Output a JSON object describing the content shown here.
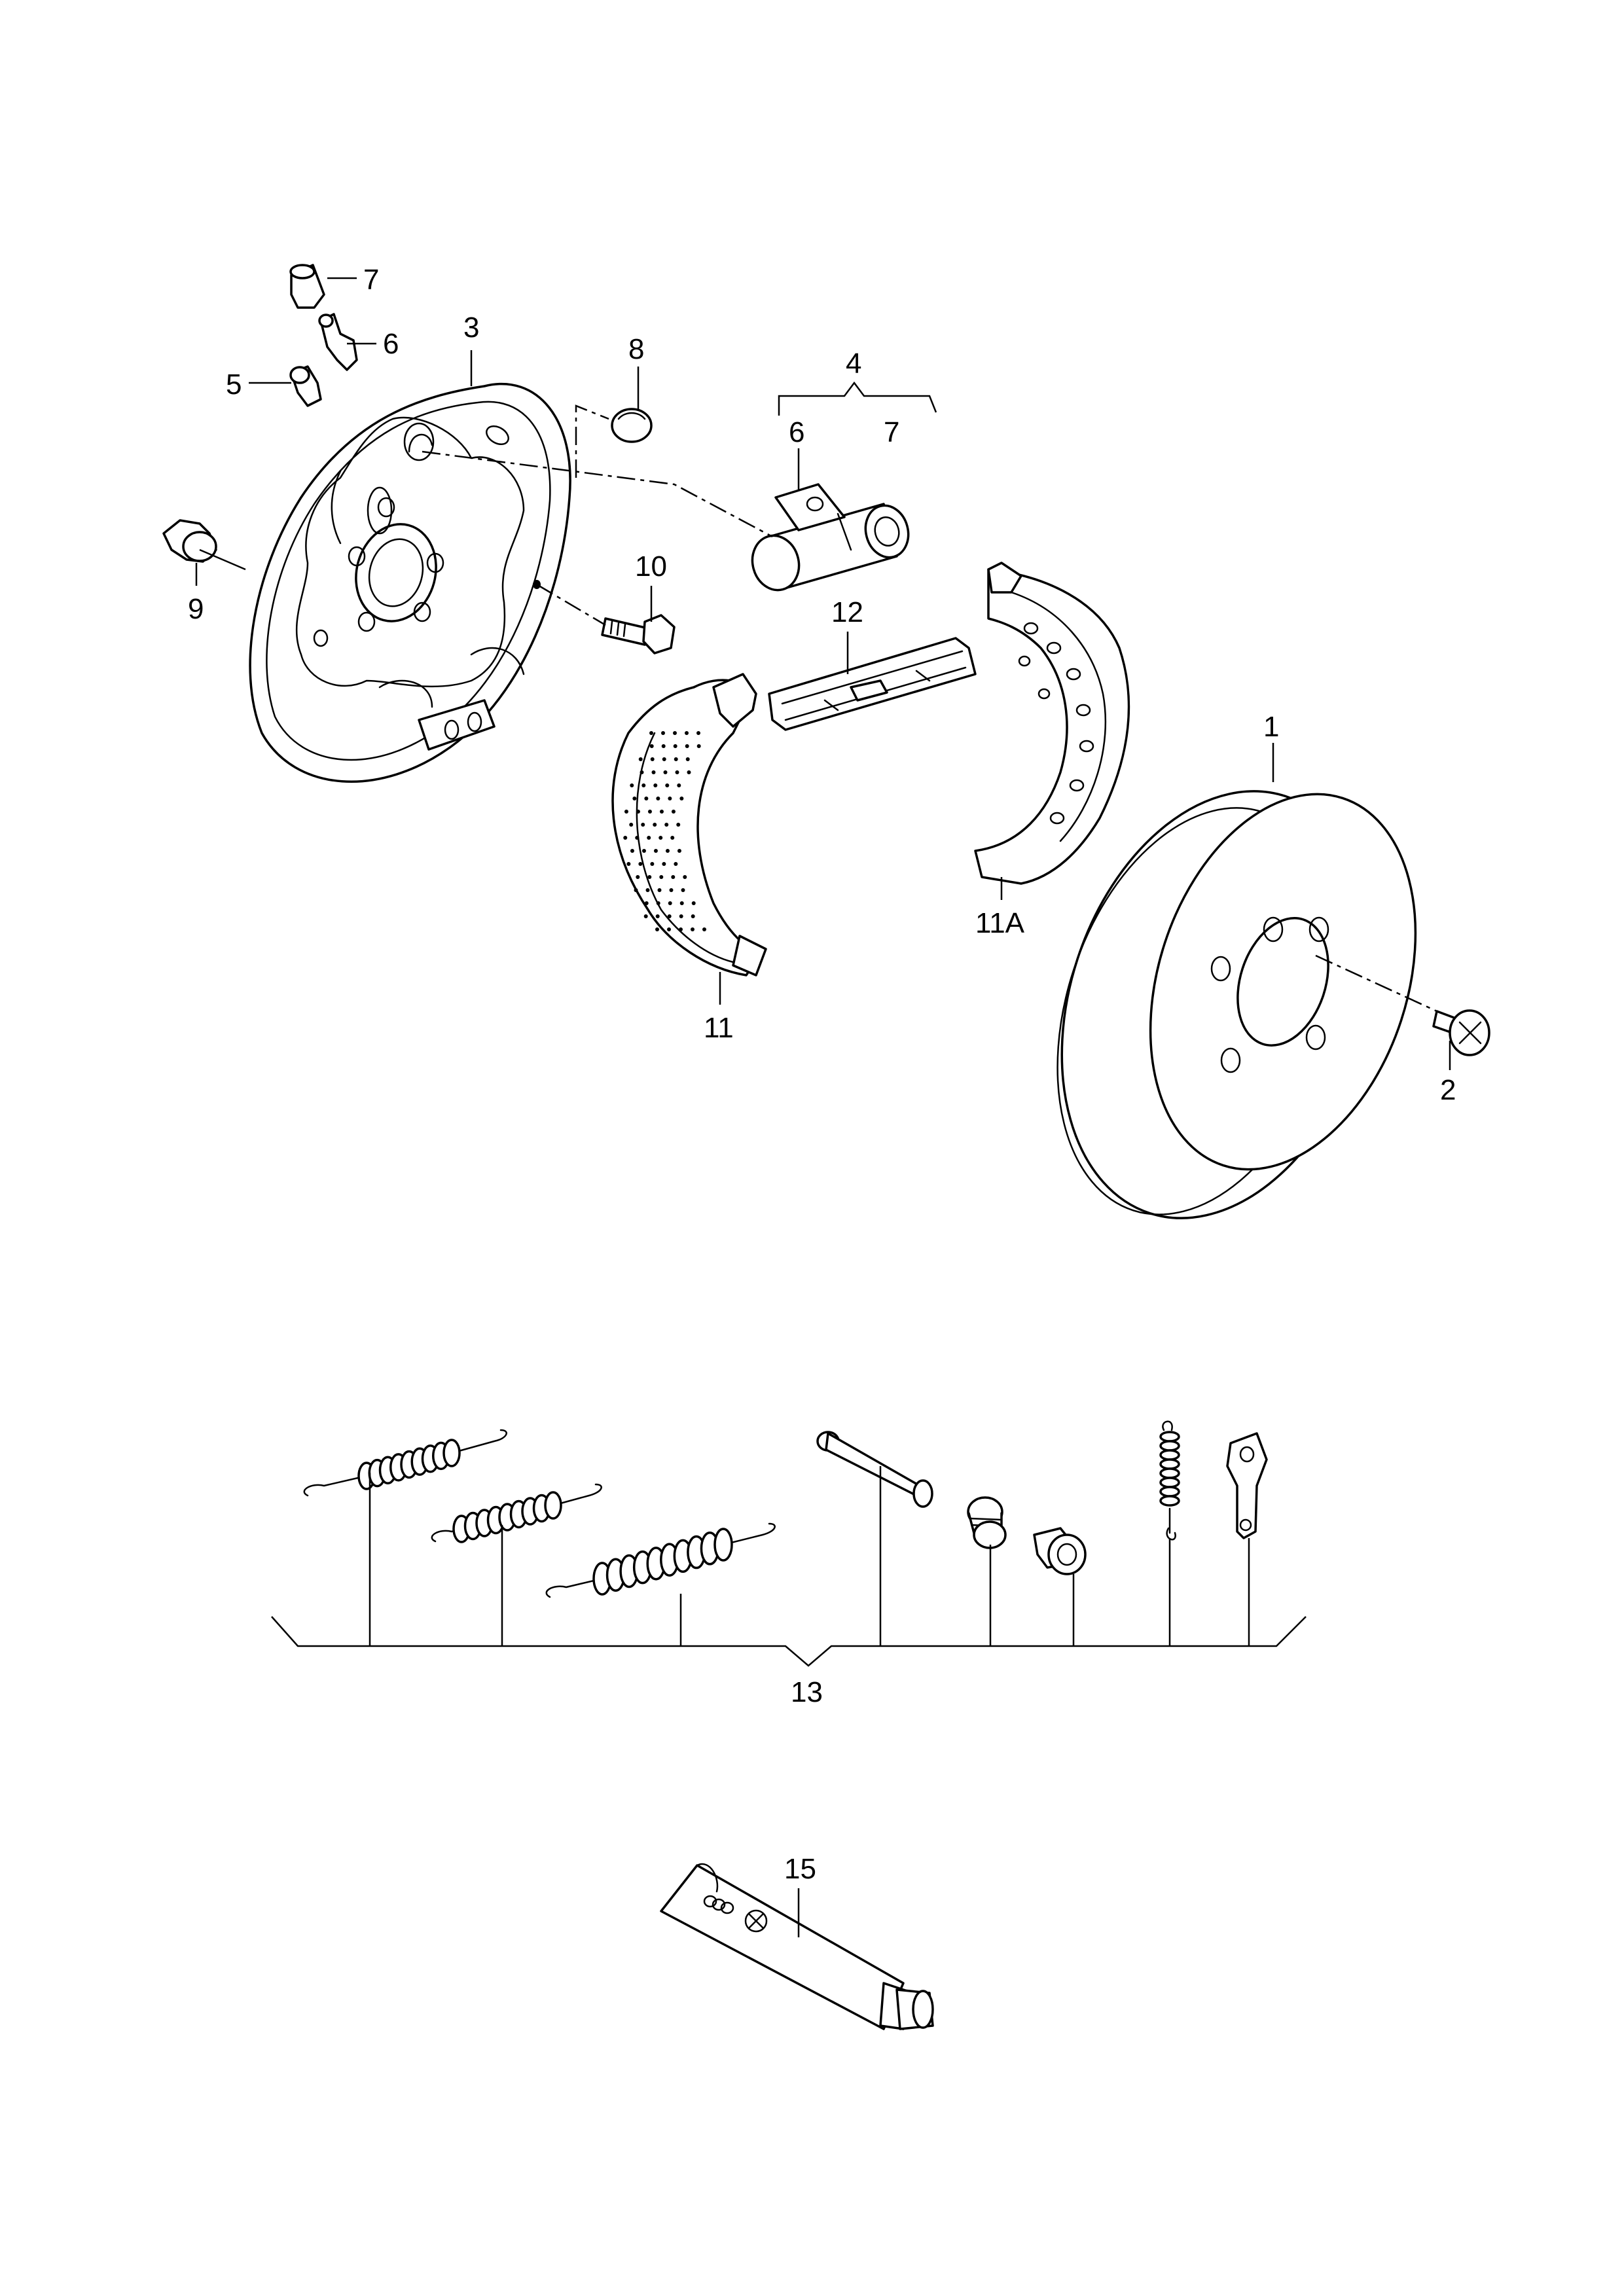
{
  "callouts": {
    "c1": "1",
    "c2": "2",
    "c3": "3",
    "c4": "4",
    "c4_sub_6": "6",
    "c4_sub_7": "7",
    "c5": "5",
    "c6": "6",
    "c7": "7",
    "c8": "8",
    "c9": "9",
    "c10": "10",
    "c11": "11",
    "c11a": "11A",
    "c12": "12",
    "c13": "13",
    "c15": "15"
  },
  "icons": [
    "brake-drum",
    "drum-screw",
    "backing-plate",
    "wheel-cylinder",
    "bleeder-cap",
    "bleeder-valve",
    "plate-bolt",
    "plug",
    "grommet",
    "hex-bolt",
    "brake-shoe",
    "adjuster-strut",
    "spring",
    "pin",
    "grease-tube"
  ]
}
